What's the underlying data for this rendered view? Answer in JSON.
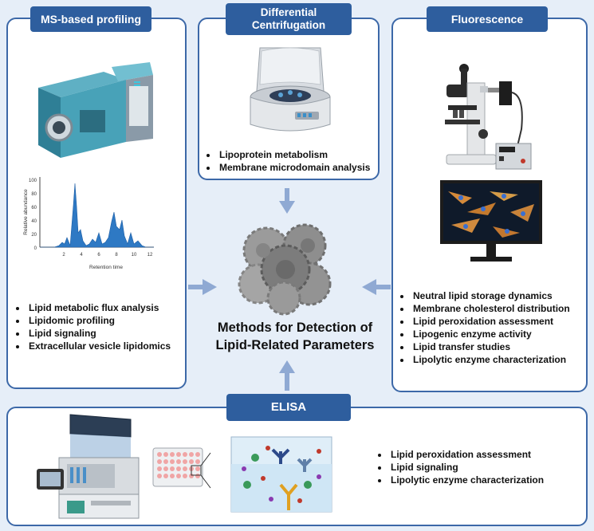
{
  "center_title": [
    "Methods for Detection of",
    "Lipid-Related Parameters"
  ],
  "ms": {
    "title": "MS-based profiling",
    "items": [
      "Lipid metabolic flux analysis",
      "Lipidomic profiling",
      "Lipid signaling",
      "Extracellular vesicle lipidomics"
    ],
    "chromatogram": {
      "ylabel": "Relative abundance",
      "xlabel": "Retention time",
      "yticks": [
        "0",
        "20",
        "40",
        "60",
        "80",
        "100"
      ],
      "xticks": [
        "2",
        "4",
        "6",
        "8",
        "10",
        "12"
      ]
    }
  },
  "dc": {
    "title_lines": [
      "Differential",
      "Centrifugation"
    ],
    "items": [
      "Lipoprotein metabolism",
      "Membrane microdomain analysis"
    ]
  },
  "fl": {
    "title": "Fluorescence",
    "items": [
      "Neutral lipid storage dynamics",
      "Membrane cholesterol distribution",
      "Lipid peroxidation assessment",
      "Lipogenic enzyme activity",
      "Lipid transfer studies",
      "Lipolytic enzyme characterization"
    ]
  },
  "elisa": {
    "title": "ELISA",
    "items": [
      "Lipid peroxidation assessment",
      "Lipid signaling",
      "Lipolytic enzyme characterization"
    ]
  },
  "colors": {
    "panel_border": "#3c68a8",
    "tag_fill": "#2e5e9e",
    "arrow": "#8fa9d3",
    "background": "#e6eef8"
  }
}
